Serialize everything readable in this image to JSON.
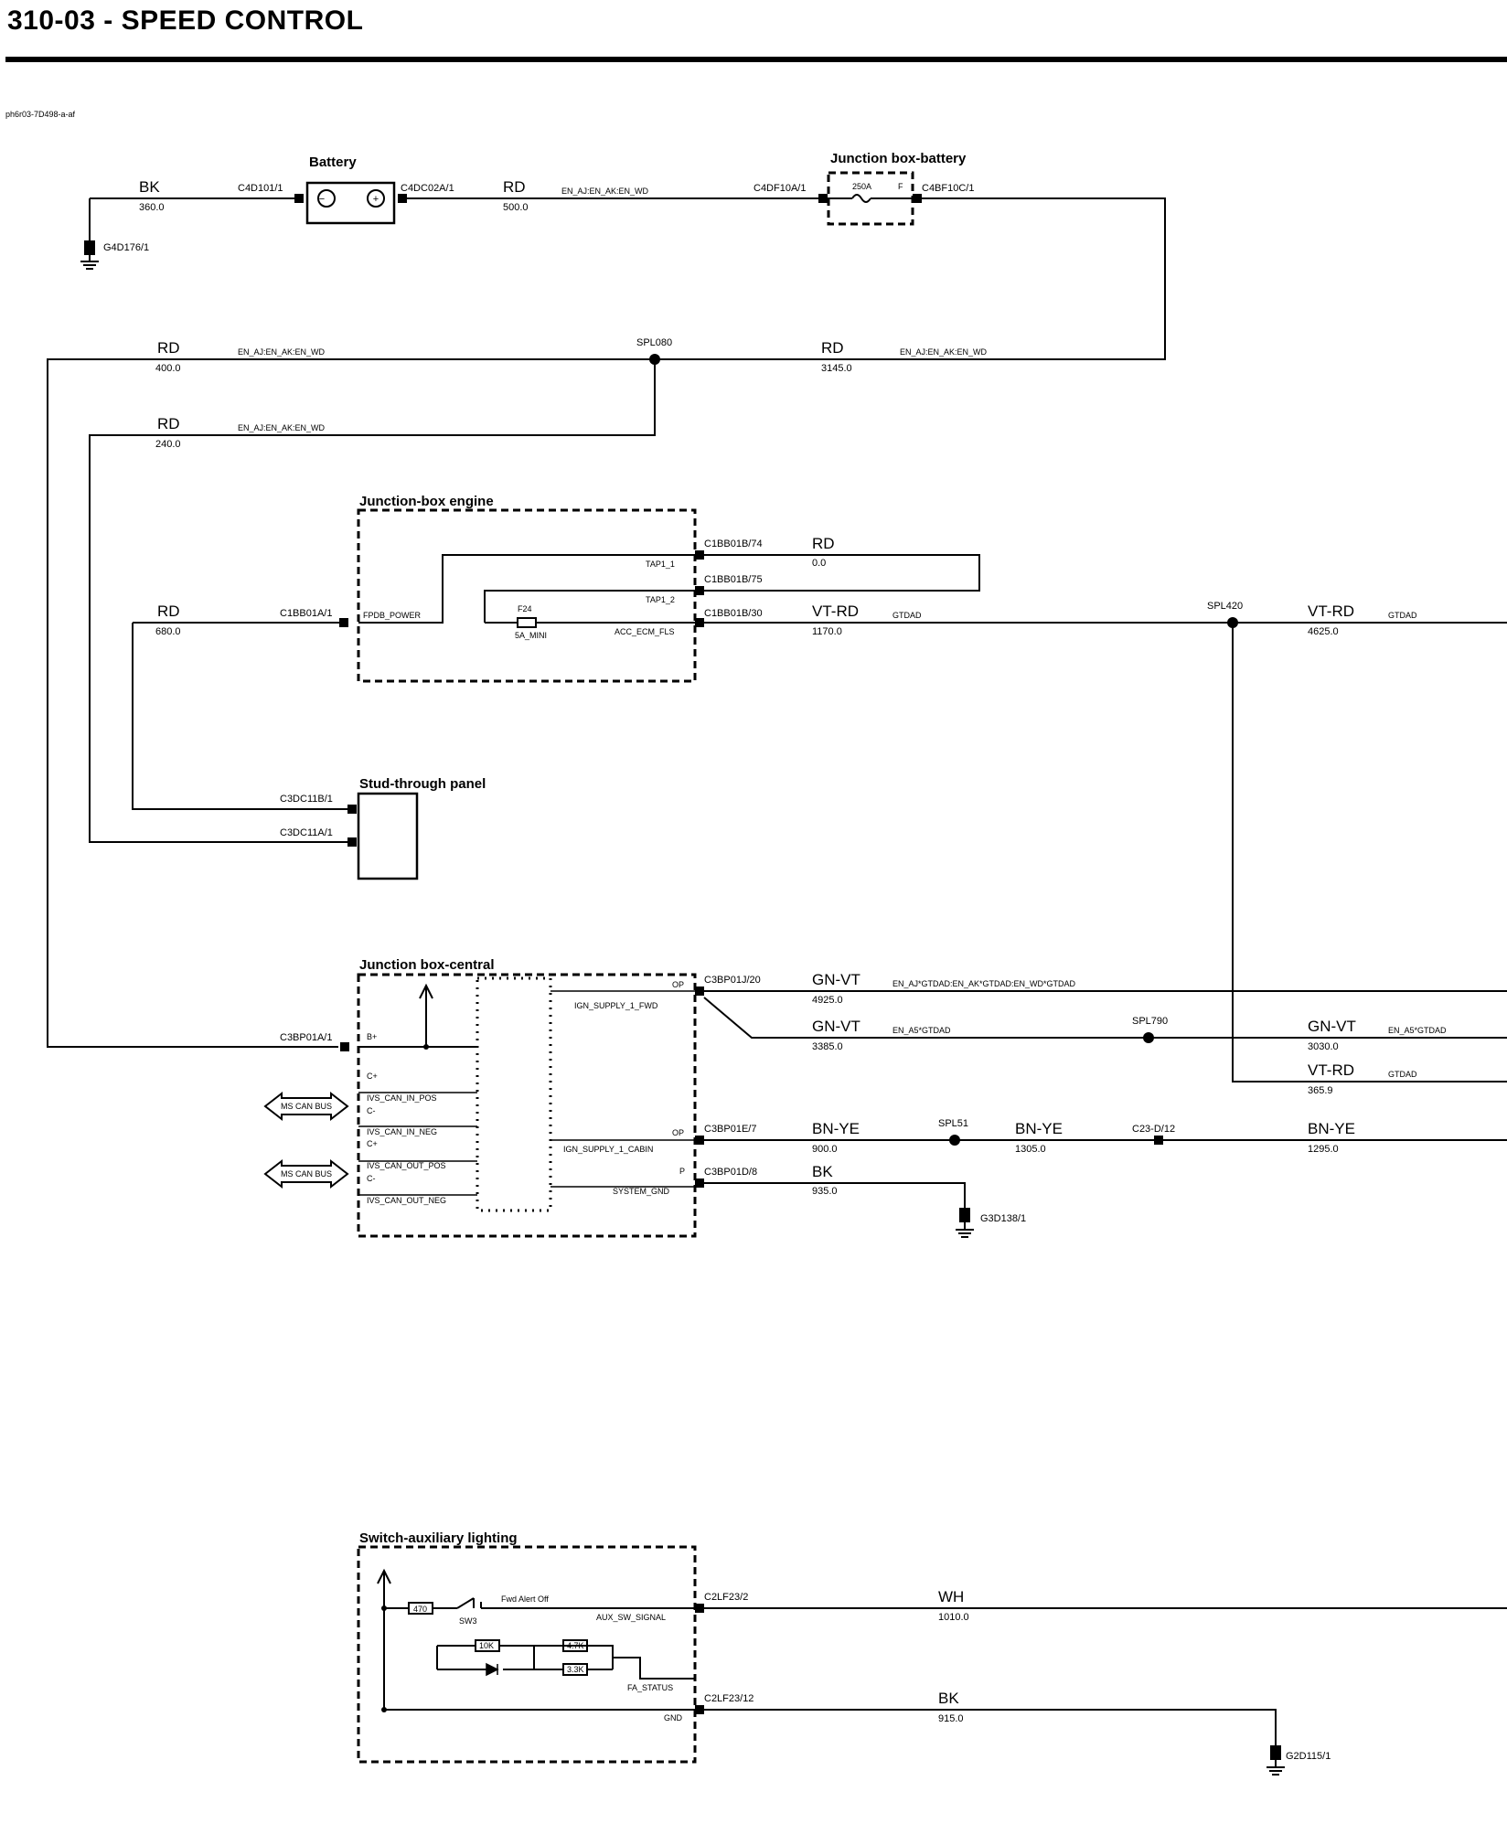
{
  "page": {
    "title": "310-03 - SPEED CONTROL",
    "sheet_id": "ph6r03-7D498-a-af"
  },
  "components": {
    "battery": "Battery",
    "jb_battery": "Junction box-battery",
    "jb_engine": "Junction-box engine",
    "stud_panel": "Stud-through panel",
    "jb_central": "Junction box-central",
    "switch_aux": "Switch-auxiliary lighting"
  },
  "battery_section": {
    "c_bk": "C4D101/1",
    "c_rd": "C4DC02A/1",
    "w1_color": "BK",
    "w1_len": "360.0",
    "w2_color": "RD",
    "w2_len": "500.0",
    "w2_opt": "EN_AJ:EN_AK:EN_WD",
    "ground": "G4D176/1",
    "c_jb_in": "C4DF10A/1",
    "c_jb_out": "C4BF10C/1",
    "fuse": "250A",
    "fuse_tag": "F"
  },
  "mid_wires": {
    "w3_color": "RD",
    "w3_len": "400.0",
    "w3_opt": "EN_AJ:EN_AK:EN_WD",
    "splice": "SPL080",
    "w4_color": "RD",
    "w4_len": "3145.0",
    "w4_opt": "EN_AJ:EN_AK:EN_WD",
    "w5_color": "RD",
    "w5_len": "240.0",
    "w5_opt": "EN_AJ:EN_AK:EN_WD"
  },
  "engine_box": {
    "c_in": "C1BB01A/1",
    "pin_in": "FPDB_POWER",
    "w_in_color": "RD",
    "w_in_len": "680.0",
    "tap1": "TAP1_1",
    "tap2": "TAP1_2",
    "c74": "C1BB01B/74",
    "c75": "C1BB01B/75",
    "c30": "C1BB01B/30",
    "w74_color": "RD",
    "w74_len": "0.0",
    "fuse": "F24",
    "fuse_rating": "5A_MINI",
    "pin30": "ACC_ECM_FLS",
    "w30_color": "VT-RD",
    "w30_len": "1170.0",
    "w30_opt": "GTDAD",
    "splice": "SPL420",
    "w_out_color": "VT-RD",
    "w_out_len": "4625.0",
    "w_out_opt": "GTDAD"
  },
  "stud_panel": {
    "c_b": "C3DC11B/1",
    "c_a": "C3DC11A/1"
  },
  "central_box": {
    "c_bplus": "C3BP01A/1",
    "pin_bplus": "B+",
    "c_plus1": "C+",
    "c_minus1": "C-",
    "can_in_pos": "IVS_CAN_IN_POS",
    "can_in_neg": "IVS_CAN_IN_NEG",
    "c_plus2": "C+",
    "c_minus2": "C-",
    "can_out_pos": "IVS_CAN_OUT_POS",
    "can_out_neg": "IVS_CAN_OUT_NEG",
    "ms_can_1": "MS CAN BUS",
    "ms_can_2": "MS CAN BUS",
    "op1": "OP",
    "c_j20": "C3BP01J/20",
    "ign_fwd": "IGN_SUPPLY_1_FWD",
    "w_j20_color": "GN-VT",
    "w_j20_len": "4925.0",
    "w_j20_opt": "EN_AJ*GTDAD:EN_AK*GTDAD:EN_WD*GTDAD",
    "w_b_color": "GN-VT",
    "w_b_len": "3385.0",
    "w_b_opt": "EN_A5*GTDAD",
    "spl790": "SPL790",
    "w_b2_color": "GN-VT",
    "w_b2_len": "3030.0",
    "w_b2_opt": "EN_A5*GTDAD",
    "w_vt_color": "VT-RD",
    "w_vt_len": "365.9",
    "w_vt_opt": "GTDAD",
    "op2": "OP",
    "c_e7": "C3BP01E/7",
    "ign_cabin": "IGN_SUPPLY_1_CABIN",
    "w_e7_color": "BN-YE",
    "w_e7_len": "900.0",
    "spl51": "SPL51",
    "w_e7b_color": "BN-YE",
    "w_e7b_len": "1305.0",
    "c23": "C23-D/12",
    "w_e7c_color": "BN-YE",
    "w_e7c_len": "1295.0",
    "p": "P",
    "c_d8": "C3BP01D/8",
    "sys_gnd": "SYSTEM_GND",
    "w_d8_color": "BK",
    "w_d8_len": "935.0",
    "ground": "G3D138/1"
  },
  "switch_section": {
    "r1": "470",
    "sw": "SW3",
    "fwd_alert": "Fwd Alert Off",
    "aux_sig": "AUX_SW_SIGNAL",
    "fa_status": "FA_STATUS",
    "gnd_pin": "GND",
    "r2": "10K",
    "r3": "4.7K",
    "r4": "3.3K",
    "c_2": "C2LF23/2",
    "w_2_color": "WH",
    "w_2_len": "1010.0",
    "c_12": "C2LF23/12",
    "w_12_color": "BK",
    "w_12_len": "915.0",
    "ground": "G2D115/1"
  }
}
